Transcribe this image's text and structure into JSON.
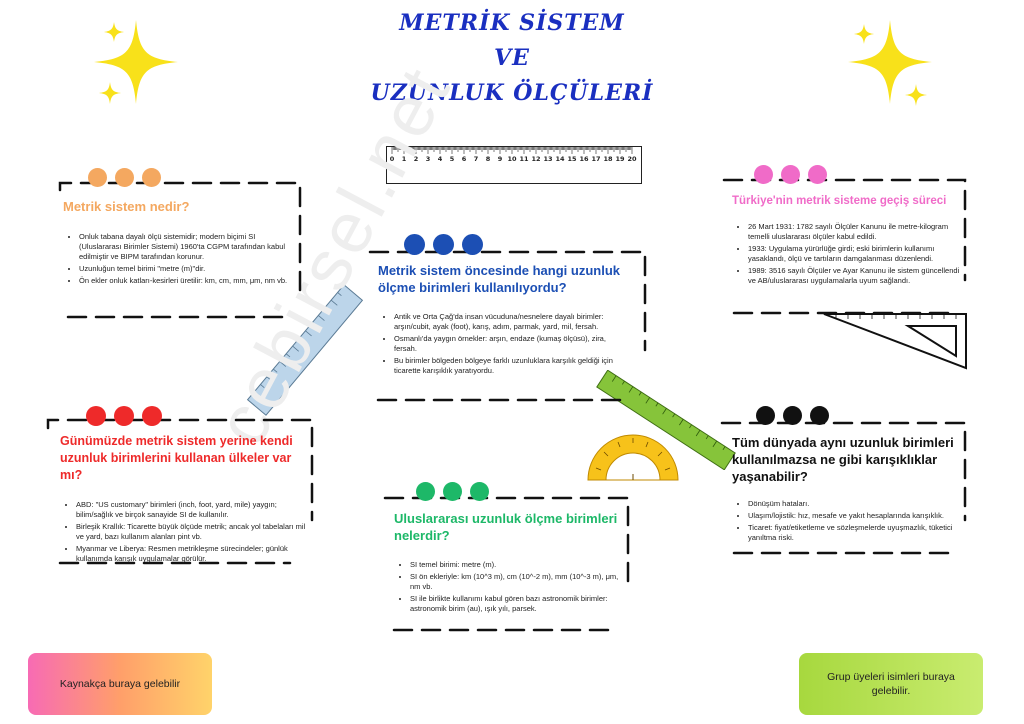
{
  "title": {
    "line1": "METRİK SİSTEM",
    "line2": "VE",
    "line3": "UZUNLUK ÖLÇÜLERİ"
  },
  "ruler_ticks": [
    "0",
    "1",
    "2",
    "3",
    "4",
    "5",
    "6",
    "7",
    "8",
    "9",
    "10",
    "11",
    "12",
    "13",
    "14",
    "15",
    "16",
    "17",
    "18",
    "19",
    "20"
  ],
  "watermark": "cebirsel.net",
  "colors": {
    "title": "#1a2fc0",
    "orange": "#f4a860",
    "blue": "#1c4fb4",
    "pink": "#f06bc8",
    "red": "#ee2a2a",
    "green": "#1db868",
    "black": "#111111"
  },
  "cards": {
    "metric": {
      "heading": "Metrik sistem nedir?",
      "bullets": [
        "Onluk tabana dayalı ölçü sistemidir; modern biçimi SI (Uluslararası Birimler Sistemi) 1960'ta CGPM tarafından kabul edilmiştir ve BIPM tarafından korunur.",
        "Uzunluğun temel birimi \"metre (m)\"dir.",
        "Ön ekler onluk katları-kesirleri üretilir: km, cm, mm, μm, nm vb."
      ]
    },
    "before": {
      "heading": "Metrik sistem öncesinde hangi uzunluk ölçme birimleri kullanılıyordu?",
      "bullets": [
        "Antik ve Orta Çağ'da insan vücuduna/nesnelere dayalı birimler: arşın/cubit, ayak (foot), karış, adım, parmak, yard, mil, fersah.",
        "Osmanlı'da yaygın örnekler: arşın, endaze (kumaş ölçüsü), zira, fersah.",
        "Bu birimler bölgeden bölgeye farklı uzunluklara karşılık geldiği için ticarette karışıklık yaratıyordu."
      ]
    },
    "turkey": {
      "heading": "Türkiye'nin metrik sisteme geçiş süreci",
      "bullets": [
        "26 Mart 1931: 1782 sayılı Ölçüler Kanunu ile metre-kilogram temelli uluslararası ölçüler kabul edildi.",
        "1933: Uygulama yürürlüğe girdi; eski birimlerin kullanımı yasaklandı, ölçü ve tartıların damgalanması düzenlendi.",
        "1989: 3516 sayılı Ölçüler ve Ayar Kanunu ile sistem güncellendi ve AB/uluslararası uygulamalarla uyum sağlandı."
      ]
    },
    "countries": {
      "heading": "Günümüzde metrik sistem yerine kendi uzunluk birimlerini kullanan ülkeler var mı?",
      "bullets": [
        "ABD: \"US customary\" birimleri (inch, foot, yard, mile) yaygın; bilim/sağlık ve birçok sanayide SI de kullanılır.",
        "Birleşik Krallık: Ticarette büyük ölçüde metrik; ancak yol tabelaları mil ve yard, bazı kullanım alanları pint vb.",
        "Myanmar ve Liberya: Resmen metrikleşme sürecindeler; günlük kullanımda karışık uygulamalar görülür."
      ]
    },
    "international": {
      "heading": "Uluslararası uzunluk ölçme birimleri nelerdir?",
      "bullets": [
        "SI temel birimi: metre (m).",
        "SI ön ekleriyle: km (10^3 m), cm (10^-2 m), mm (10^-3 m), μm, nm vb.",
        "SI ile birlikte kullanımı kabul gören bazı astronomik birimler: astronomik birim (au), ışık yılı, parsek."
      ]
    },
    "confusion": {
      "heading": "Tüm dünyada aynı uzunluk birimleri kullanılmazsa ne gibi karışıklıklar yaşanabilir?",
      "bullets": [
        "Dönüşüm hataları.",
        "Ulaşım/lojistik: hız, mesafe ve yakıt hesaplarında karışıklık.",
        "Ticaret: fiyat/etiketleme ve sözleşmelerde uyuşmazlık, tüketici yanıltma riski."
      ]
    }
  },
  "footer": {
    "left": "Kaynakça buraya gelebilir",
    "right": "Grup üyeleri isimleri buraya gelebilir."
  }
}
